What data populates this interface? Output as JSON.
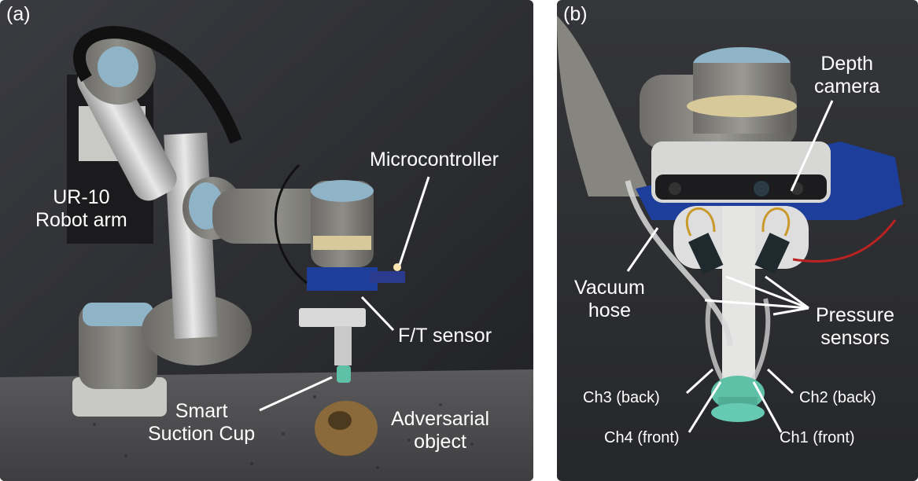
{
  "panel_a": {
    "tag": "(a)",
    "robot_arm": "UR-10\nRobot arm",
    "microcontroller": "Microcontroller",
    "ft_sensor": "F/T sensor",
    "suction_cup": "Smart\nSuction Cup",
    "adversarial_object": "Adversarial\nobject"
  },
  "panel_b": {
    "tag": "(b)",
    "depth_camera": "Depth\ncamera",
    "vacuum_hose": "Vacuum\nhose",
    "pressure_sensors": "Pressure\nsensors",
    "ch3": "Ch3 (back)",
    "ch2": "Ch2 (back)",
    "ch4": "Ch4 (front)",
    "ch1": "Ch1 (front)"
  },
  "colors": {
    "background_dark": "#2e2f33",
    "arm_grey": "#7c7b77",
    "arm_blue": "#8fb3c7",
    "suction_green": "#5fc0a8",
    "object_brown": "#8a6a3a",
    "label_text": "#ffffff"
  }
}
